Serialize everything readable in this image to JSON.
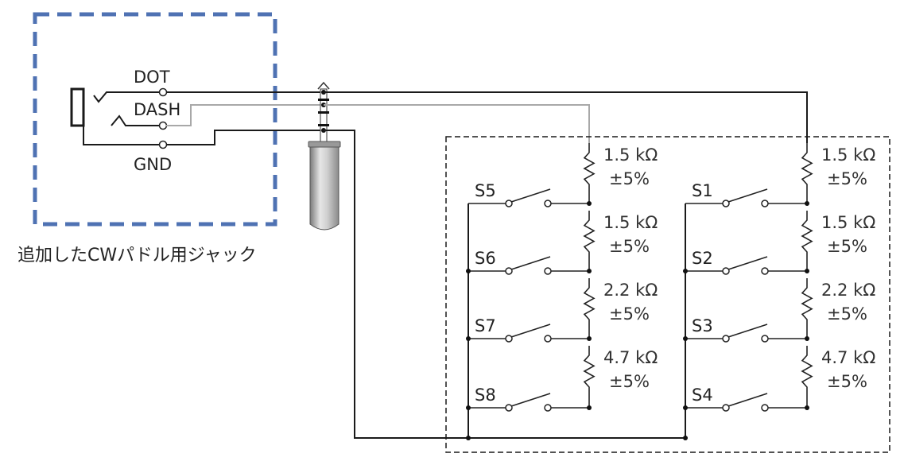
{
  "jack_box": {
    "caption": "追加したCWパドル用ジャック",
    "pins": [
      "DOT",
      "DASH",
      "GND"
    ],
    "border_color": "#4f72b3"
  },
  "ladders": [
    {
      "resistors": [
        {
          "value": "1.5 kΩ",
          "tol": "±5%"
        },
        {
          "value": "1.5 kΩ",
          "tol": "±5%"
        },
        {
          "value": "2.2 kΩ",
          "tol": "±5%"
        },
        {
          "value": "4.7 kΩ",
          "tol": "±5%"
        }
      ],
      "switches": [
        "S5",
        "S6",
        "S7",
        "S8"
      ]
    },
    {
      "resistors": [
        {
          "value": "1.5 kΩ",
          "tol": "±5%"
        },
        {
          "value": "1.5 kΩ",
          "tol": "±5%"
        },
        {
          "value": "2.2 kΩ",
          "tol": "±5%"
        },
        {
          "value": "4.7 kΩ",
          "tol": "±5%"
        }
      ],
      "switches": [
        "S1",
        "S2",
        "S3",
        "S4"
      ]
    }
  ],
  "colors": {
    "wire": "#1a1a1a",
    "dash_wire": "#a8a8a8",
    "plug": "#b0b0b0"
  }
}
